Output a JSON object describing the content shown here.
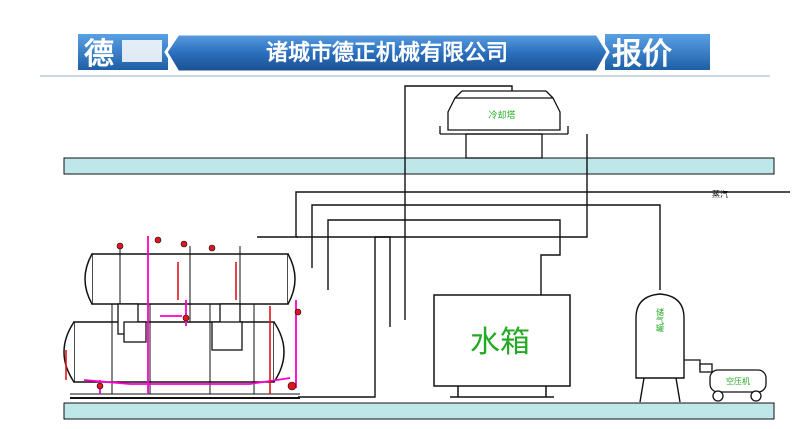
{
  "header": {
    "company_name": "诸城市德正机械有限公司",
    "left_fragment": "德",
    "right_fragment": "报价",
    "colors": {
      "banner_blue": "#1d5fa6",
      "banner_light": "#4a8fd6",
      "ribbon": "#2a6fbd"
    }
  },
  "diagram": {
    "labels": {
      "cooling_tower": "冷却塔",
      "steam": "蒸汽",
      "water_tank": "水箱",
      "air_tank": "储气罐",
      "air_compressor": "空压机"
    },
    "colors": {
      "floor": "#bfe7ea",
      "line": "#111111",
      "label_green": "#22aa22",
      "accent_magenta": "#ff00cc",
      "accent_red": "#e0141e"
    }
  }
}
